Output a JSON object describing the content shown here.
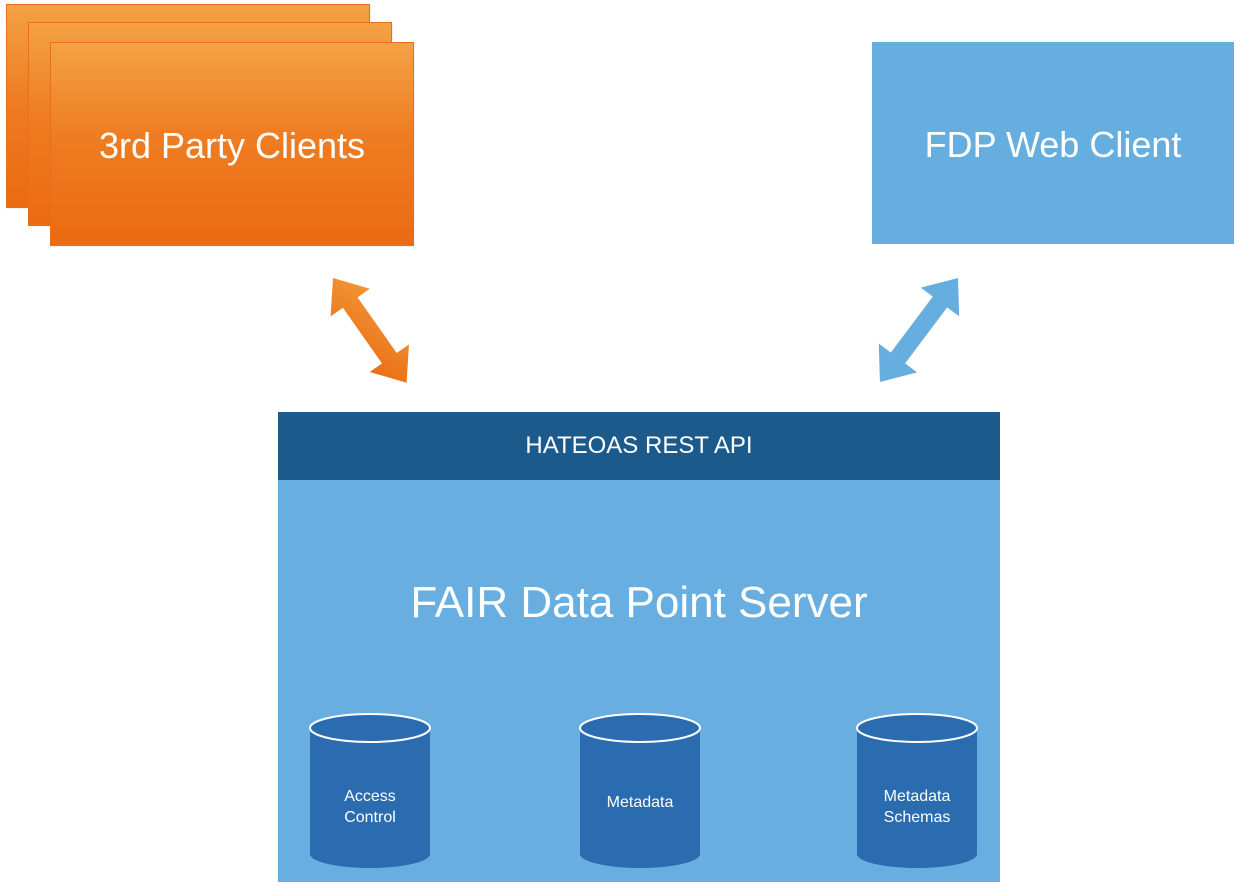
{
  "clients": {
    "third_party": {
      "label": "3rd Party Clients"
    },
    "web_client": {
      "label": "FDP Web Client"
    }
  },
  "server": {
    "api_label": "HATEOAS REST API",
    "title": "FAIR Data Point Server",
    "databases": [
      {
        "line1": "Access",
        "line2": "Control"
      },
      {
        "line1": "Metadata",
        "line2": ""
      },
      {
        "line1": "Metadata",
        "line2": "Schemas"
      }
    ]
  },
  "colors": {
    "orange": "#ef7d22",
    "light_blue": "#66aee0",
    "dark_blue": "#1c5a8c",
    "db_blue": "#2b6cb0"
  }
}
